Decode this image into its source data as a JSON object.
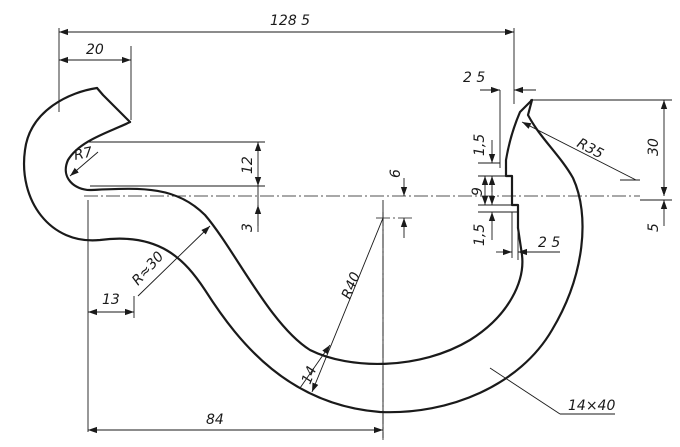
{
  "drawing": {
    "dimensions": {
      "overall_width": "128 5",
      "hook_tip_width": "20",
      "inner_radius_tip": "R7",
      "left_height": "12",
      "left_offset": "3",
      "axis_offset": "6",
      "large_radius_left": "R≈30",
      "left_clearance": "13",
      "main_radius": "R40",
      "section_thickness": "14",
      "centre_distance": "84",
      "cross_section": "14×40",
      "right_top_width": "2 5",
      "slot_upper": "1,5",
      "slot_height": "9",
      "slot_lower": "1,5",
      "right_bottom_width": "2 5",
      "right_radius": "R35",
      "right_height": "30",
      "right_offset": "5"
    }
  }
}
